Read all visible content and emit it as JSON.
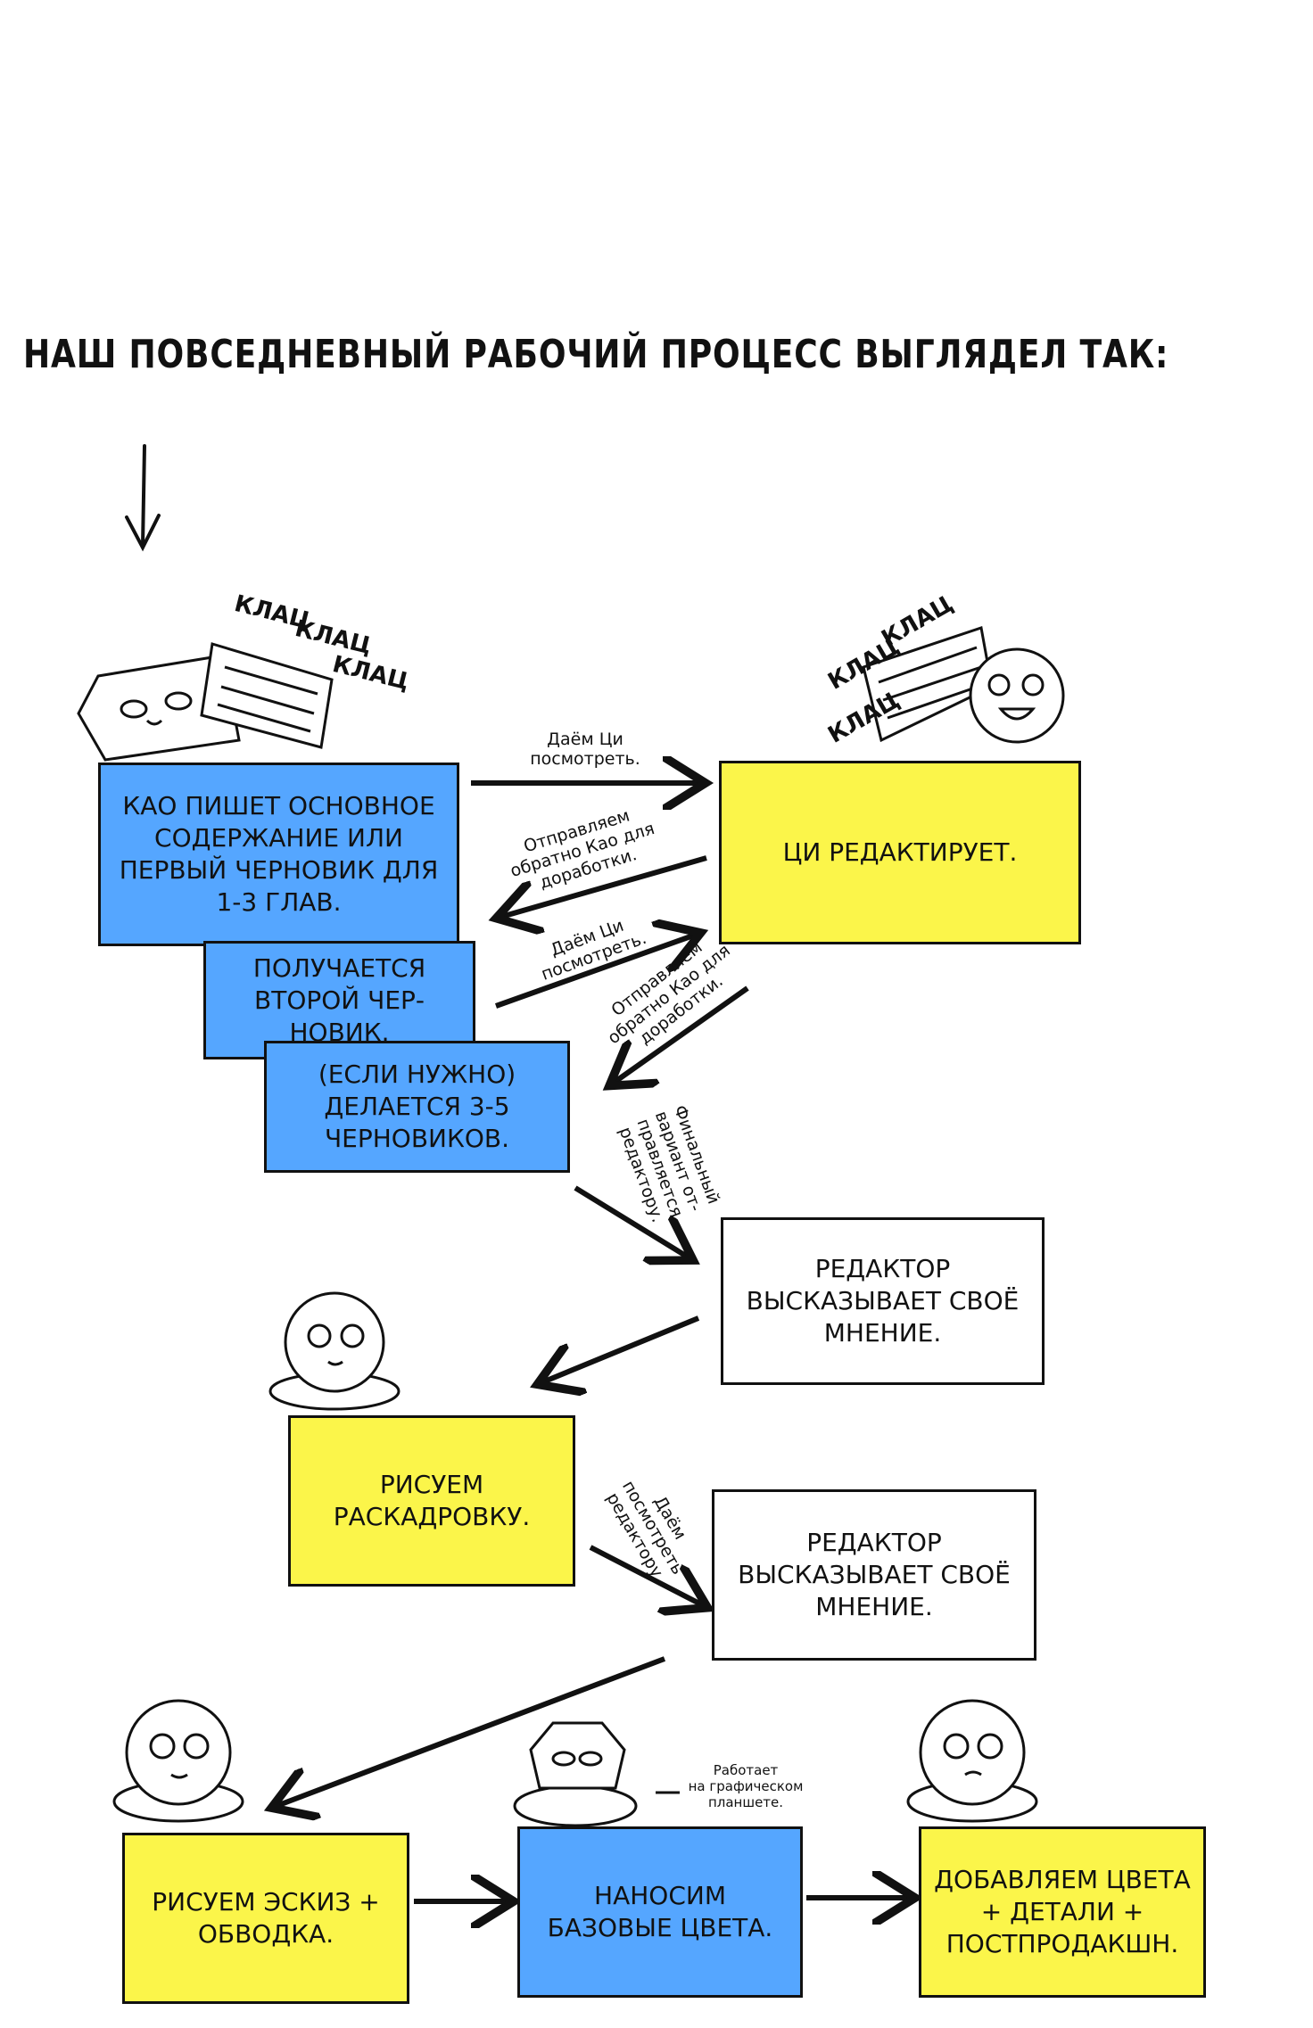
{
  "title": "НАШ ПОВСЕДНЕВНЫЙ РАБОЧИЙ ПРОЦЕСС ВЫГЛЯДЕЛ ТАК:",
  "boxes": {
    "kao_writes": "КАО ПИШЕТ ОСНОВНОЕ СОДЕРЖАНИЕ ИЛИ ПЕРВЫЙ ЧЕРНОВИК ДЛЯ 1-3 ГЛАВ.",
    "second_draft": "ПОЛУЧАЕТСЯ ВТОРОЙ ЧЕР-НОВИК.",
    "more_drafts": "(ЕСЛИ НУЖНО) ДЕЛАЕТСЯ 3-5 ЧЕРНОВИКОВ.",
    "qi_edits": "ЦИ РЕДАКТИРУЕТ.",
    "editor_opinion_1": "РЕДАКТОР ВЫСКАЗЫВАЕТ СВОЁ МНЕНИЕ.",
    "storyboard": "РИСУЕМ РАСКАДРОВКУ.",
    "editor_opinion_2": "РЕДАКТОР ВЫСКАЗЫВАЕТ СВОЁ МНЕНИЕ.",
    "sketch": "РИСУЕМ ЭСКИЗ + ОБВОДКА.",
    "base_colors": "НАНОСИМ БАЗОВЫЕ ЦВЕТА.",
    "finish": "ДОБАВЛЯЕМ ЦВЕТА + ДЕТАЛИ + ПОСТПРОДАКШН."
  },
  "arrow_labels": {
    "give_qi_1": "Даём Ци\nпосмотреть.",
    "back_to_kao_1": "Отправляем\nобратно Као для\nдоработки.",
    "give_qi_2": "Даём Ци\nпосмотреть.",
    "back_to_kao_2": "Отправляем\nобратно Као для\nдоработки.",
    "final_to_editor": "Финальный\nвариант от-\nправляется\nредактору.",
    "give_editor": "Даём\nпосмотреть\nредактору."
  },
  "note_tablet": "Работает\nна графическом\nпланшете.",
  "sfx": {
    "left_1": "КЛАЦ",
    "left_2": "КЛАЦ",
    "left_3": "КЛАЦ",
    "right_1": "КЛАЦ",
    "right_2": "КЛАЦ",
    "right_3": "КЛАЦ"
  },
  "colors": {
    "blue": "#55a6ff",
    "yellow": "#fbf54a",
    "ink": "#111111"
  },
  "icons": [
    "down-arrow-icon",
    "kao-cat-character-icon",
    "qi-character-icon",
    "keyboard-icon",
    "tablet-artist-icon"
  ]
}
